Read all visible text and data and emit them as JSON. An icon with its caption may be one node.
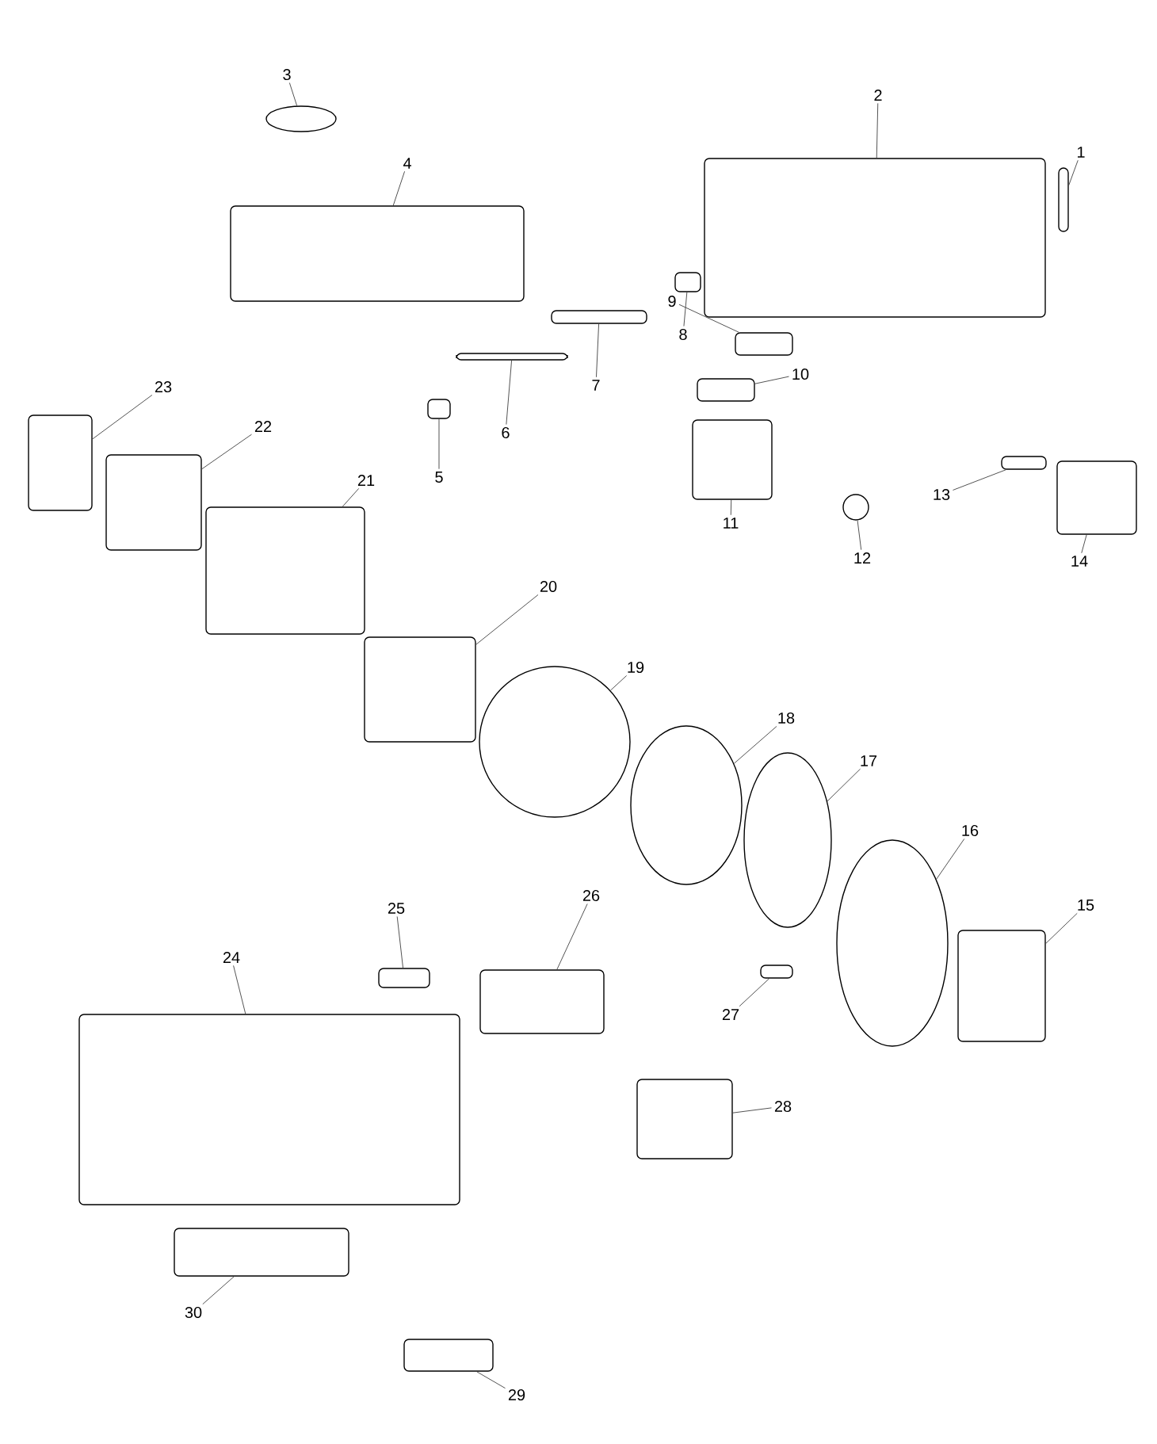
{
  "diagram": {
    "nodes": [
      {
        "text": [
          "1"
        ]
      },
      {
        "text": [
          "2"
        ]
      },
      {
        "text": [
          "3"
        ]
      },
      {
        "text": [
          "4"
        ]
      },
      {
        "text": [
          "5"
        ]
      },
      {
        "text": [
          "6"
        ]
      },
      {
        "text": [
          "7"
        ]
      },
      {
        "text": [
          "8"
        ]
      },
      {
        "text": [
          "9"
        ]
      },
      {
        "text": [
          "10"
        ]
      },
      {
        "text": [
          "11"
        ]
      },
      {
        "text": [
          "12"
        ]
      },
      {
        "text": [
          "13"
        ]
      },
      {
        "text": [
          "14"
        ]
      },
      {
        "text": [
          "15"
        ]
      },
      {
        "text": [
          "16"
        ]
      },
      {
        "text": [
          "17"
        ]
      },
      {
        "text": [
          "18"
        ]
      },
      {
        "text": [
          "19"
        ]
      },
      {
        "text": [
          "20"
        ]
      },
      {
        "text": [
          "21"
        ]
      },
      {
        "text": [
          "22"
        ]
      },
      {
        "text": [
          "23"
        ]
      },
      {
        "text": [
          "24"
        ]
      },
      {
        "text": [
          "25"
        ]
      },
      {
        "text": [
          "26"
        ]
      },
      {
        "text": [
          "27"
        ]
      },
      {
        "text": [
          "28"
        ]
      },
      {
        "text": [
          "29"
        ]
      },
      {
        "text": [
          "30"
        ]
      },
      {
        "text": [],
        "shape": "box"
      },
      {
        "text": [],
        "shape": "box"
      },
      {
        "text": [],
        "shape": "circle"
      },
      {
        "text": [],
        "shape": "box"
      },
      {
        "text": [],
        "shape": "box"
      },
      {
        "text": [],
        "shape": "box"
      },
      {
        "text": [],
        "shape": "box"
      },
      {
        "text": [],
        "shape": "box"
      },
      {
        "text": [],
        "shape": "box"
      },
      {
        "text": [],
        "shape": "box"
      },
      {
        "text": [],
        "shape": "box"
      },
      {
        "text": [],
        "shape": "circle"
      },
      {
        "text": [],
        "shape": "box"
      },
      {
        "text": [],
        "shape": "box"
      },
      {
        "text": [],
        "shape": "box"
      },
      {
        "text": [],
        "shape": "circle"
      },
      {
        "text": [],
        "shape": "circle"
      },
      {
        "text": [],
        "shape": "circle"
      },
      {
        "text": [],
        "shape": "circle"
      },
      {
        "text": [],
        "shape": "box"
      },
      {
        "text": [],
        "shape": "box"
      },
      {
        "text": [],
        "shape": "box"
      },
      {
        "text": [],
        "shape": "box"
      },
      {
        "text": [],
        "shape": "box"
      },
      {
        "text": [],
        "shape": "box"
      },
      {
        "text": [],
        "shape": "box"
      },
      {
        "text": [],
        "shape": "box"
      },
      {
        "text": [],
        "shape": "box"
      },
      {
        "text": [],
        "shape": "box"
      },
      {
        "text": [],
        "shape": "box"
      }
    ],
    "edges": [
      {
        "from": 0,
        "to": 30,
        "arrow": "none"
      },
      {
        "from": 1,
        "to": 31,
        "arrow": "none"
      },
      {
        "from": 2,
        "to": 32,
        "arrow": "none"
      },
      {
        "from": 3,
        "to": 33,
        "arrow": "none"
      },
      {
        "from": 4,
        "to": 34,
        "arrow": "none"
      },
      {
        "from": 5,
        "to": 35,
        "arrow": "none"
      },
      {
        "from": 6,
        "to": 36,
        "arrow": "none"
      },
      {
        "from": 7,
        "to": 37,
        "arrow": "none"
      },
      {
        "from": 8,
        "to": 38,
        "arrow": "none"
      },
      {
        "from": 9,
        "to": 39,
        "arrow": "none"
      },
      {
        "from": 10,
        "to": 40,
        "arrow": "none"
      },
      {
        "from": 11,
        "to": 41,
        "arrow": "none"
      },
      {
        "from": 12,
        "to": 42,
        "arrow": "none"
      },
      {
        "from": 13,
        "to": 43,
        "arrow": "none"
      },
      {
        "from": 14,
        "to": 44,
        "arrow": "none"
      },
      {
        "from": 15,
        "to": 45,
        "arrow": "none"
      },
      {
        "from": 16,
        "to": 46,
        "arrow": "none"
      },
      {
        "from": 17,
        "to": 47,
        "arrow": "none"
      },
      {
        "from": 18,
        "to": 48,
        "arrow": "none"
      },
      {
        "from": 19,
        "to": 49,
        "arrow": "none"
      },
      {
        "from": 20,
        "to": 50,
        "arrow": "none"
      },
      {
        "from": 21,
        "to": 51,
        "arrow": "none"
      },
      {
        "from": 22,
        "to": 52,
        "arrow": "none"
      },
      {
        "from": 23,
        "to": 53,
        "arrow": "none"
      },
      {
        "from": 24,
        "to": 54,
        "arrow": "none"
      },
      {
        "from": 25,
        "to": 55,
        "arrow": "none"
      },
      {
        "from": 26,
        "to": 56,
        "arrow": "none"
      },
      {
        "from": 27,
        "to": 57,
        "arrow": "none"
      },
      {
        "from": 28,
        "to": 58,
        "arrow": "none"
      },
      {
        "from": 29,
        "to": 59,
        "arrow": "none"
      }
    ]
  }
}
